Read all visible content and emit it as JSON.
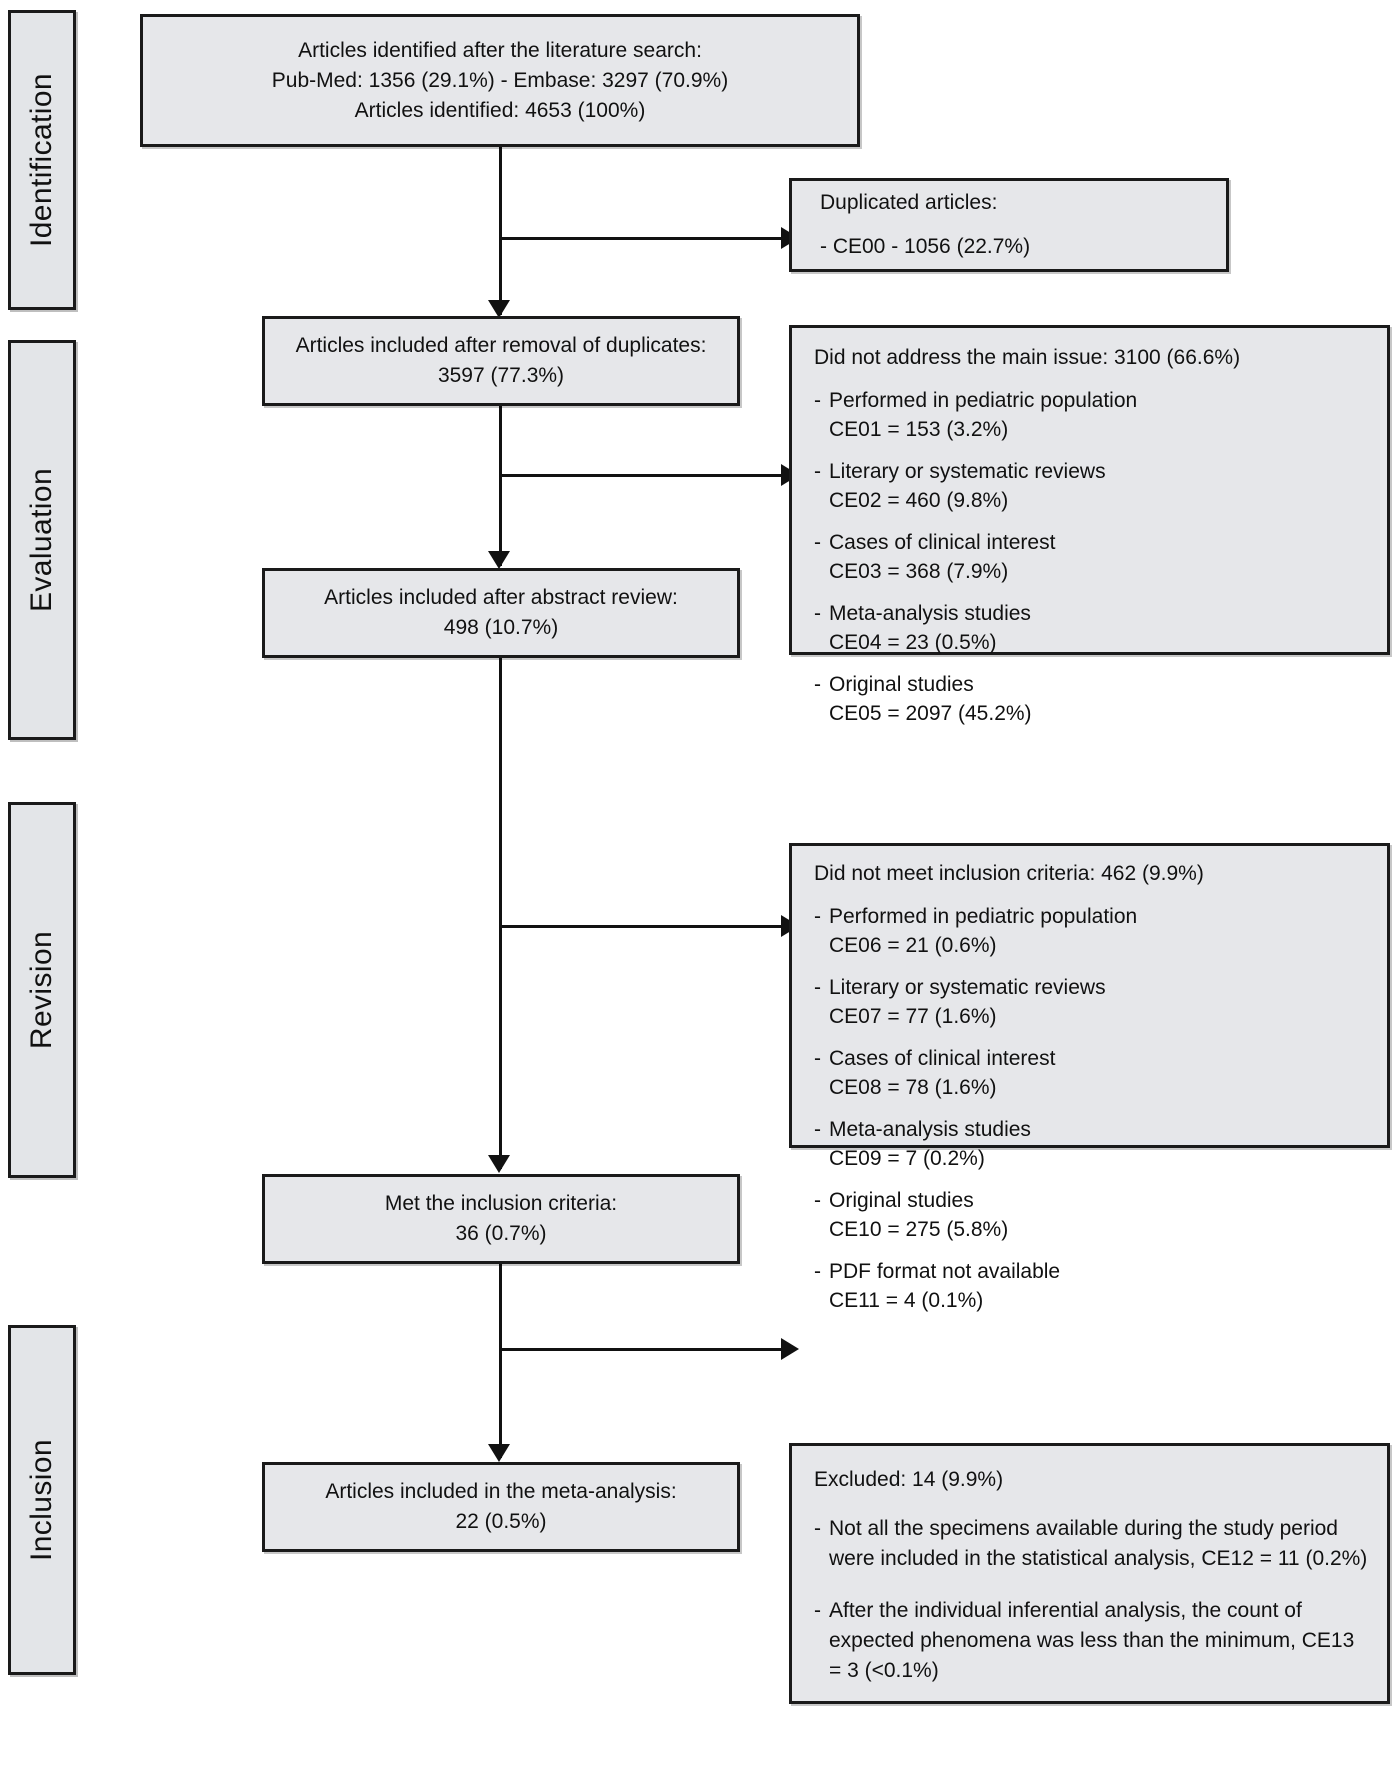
{
  "diagram": {
    "title": "PRISMA study selection flow diagram",
    "stages": [
      {
        "id": "identification",
        "label": "Identification"
      },
      {
        "id": "evaluation",
        "label": "Evaluation"
      },
      {
        "id": "revision",
        "label": "Revision"
      },
      {
        "id": "inclusion",
        "label": "Inclusion"
      }
    ],
    "boxes": {
      "identified": {
        "line1": "Articles identified after the literature search:",
        "line2": "Pub-Med: 1356 (29.1%) - Embase: 3297 (70.9%)",
        "line3": "Articles identified: 4653 (100%)"
      },
      "duplicated": {
        "heading": "Duplicated articles:",
        "item": "- CE00 - 1056 (22.7%)"
      },
      "after_duplicates": {
        "line1": "Articles included after removal of duplicates:",
        "line2": "3597 (77.3%)"
      },
      "main_issue": {
        "heading": "Did not address the main issue: 3100 (66.6%)",
        "reasons": [
          {
            "text": "Performed in pediatric population",
            "code": "CE01 = 153 (3.2%)"
          },
          {
            "text": "Literary or systematic reviews",
            "code": "CE02 = 460 (9.8%)"
          },
          {
            "text": "Cases of clinical interest",
            "code": "CE03 = 368 (7.9%)"
          },
          {
            "text": "Meta-analysis studies",
            "code": "CE04 = 23 (0.5%)"
          },
          {
            "text": "Original studies",
            "code": "CE05 = 2097 (45.2%)"
          }
        ]
      },
      "after_abstract": {
        "line1": "Articles included after abstract review:",
        "line2": "498 (10.7%)"
      },
      "inclusion_criteria_fail": {
        "heading": "Did not meet inclusion criteria: 462 (9.9%)",
        "reasons": [
          {
            "text": "Performed in pediatric population",
            "code": "CE06 = 21 (0.6%)"
          },
          {
            "text": "Literary or systematic reviews",
            "code": "CE07 = 77 (1.6%)"
          },
          {
            "text": "Cases of clinical interest",
            "code": "CE08 = 78 (1.6%)"
          },
          {
            "text": "Meta-analysis studies",
            "code": "CE09 = 7 (0.2%)"
          },
          {
            "text": "Original studies",
            "code": "CE10 = 275 (5.8%)"
          },
          {
            "text": "PDF format not available",
            "code": "CE11 = 4 (0.1%)"
          }
        ]
      },
      "met_criteria": {
        "line1": "Met the inclusion criteria:",
        "line2": "36 (0.7%)"
      },
      "excluded": {
        "heading": "Excluded: 14 (9.9%)",
        "reasons": [
          {
            "text": "Not all the specimens available during the study period were included in the statistical analysis, CE12 = 11 (0.2%)"
          },
          {
            "text": "After the individual inferential analysis, the count of expected phenomena was less than the minimum, CE13 = 3 (<0.1%)"
          }
        ]
      },
      "final": {
        "line1": "Articles included in the meta-analysis:",
        "line2": "22 (0.5%)"
      }
    },
    "colors": {
      "box_fill": "#e6e7ea",
      "stage_fill": "#e3e5e8",
      "stroke": "#1a1a1a",
      "text": "#111111",
      "page": "#ffffff"
    }
  }
}
